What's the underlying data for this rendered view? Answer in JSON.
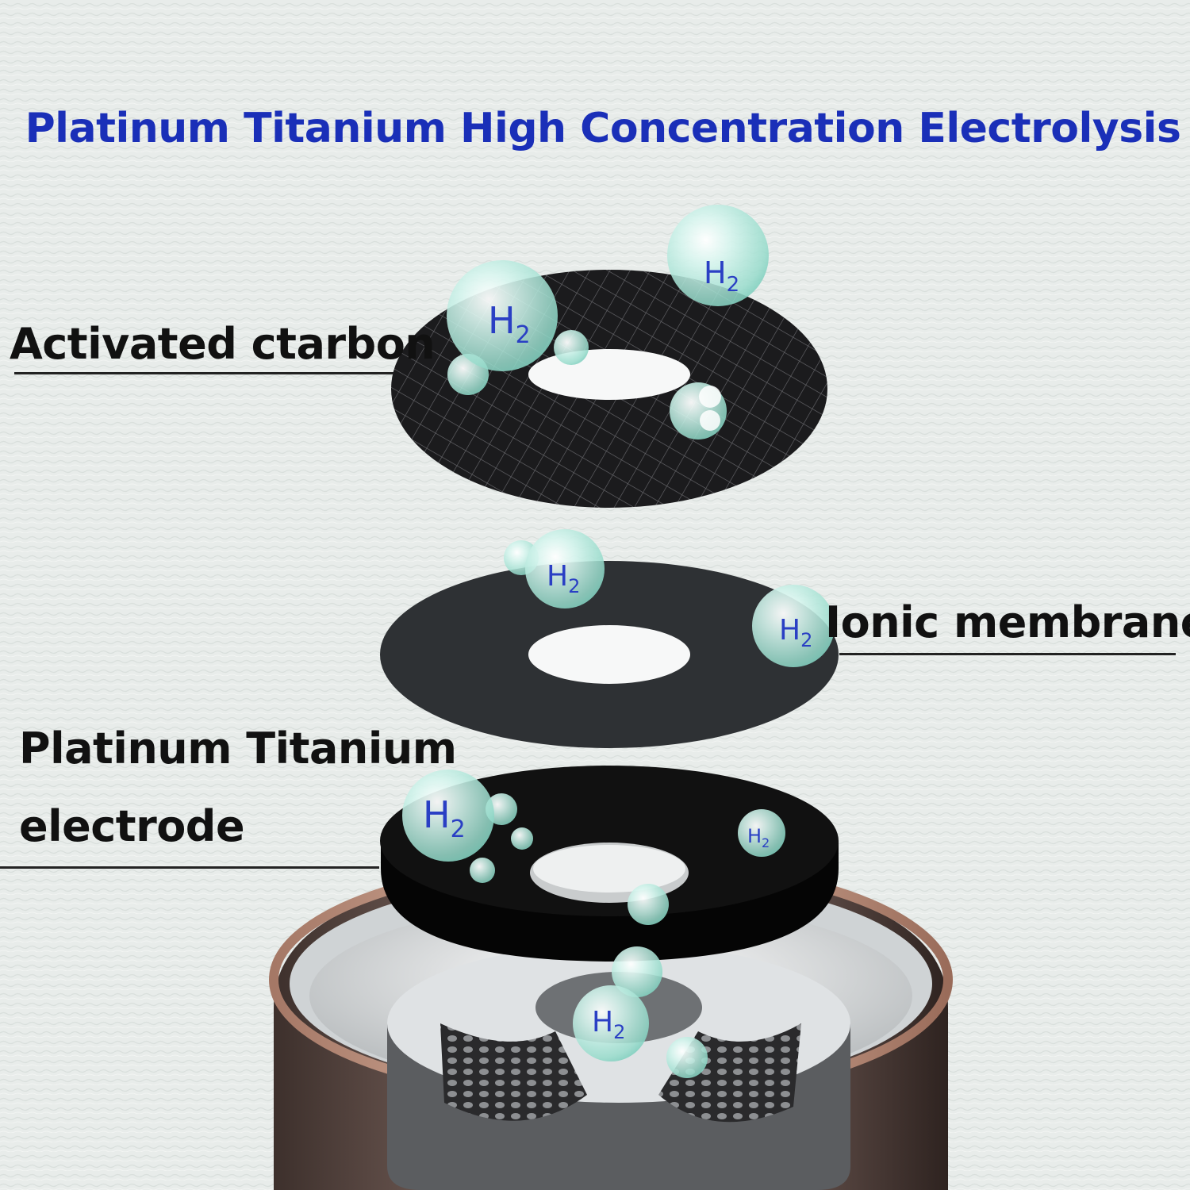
{
  "title": "Platinum Titanium High Concentration Electrolysis",
  "labels": {
    "activated_carbon": "Activated ctarbon",
    "ionic_membrane": "Ionic membrane",
    "electrode_line1": "Platinum Titanium",
    "electrode_line2": "electrode"
  },
  "bubble_symbol": "H",
  "bubble_subscript": "2",
  "colors": {
    "title": "#1a2fb8",
    "label": "#111111",
    "leader": "#222222",
    "carbon_disc": "#1b1b1d",
    "membrane_disc": "#2e3134",
    "electrode_disc": "#111111",
    "canister": "#5a4a45",
    "canister_rim": "#c79a86",
    "bubble": "#b9ebe0",
    "h2_text": "#2a3fc4"
  }
}
